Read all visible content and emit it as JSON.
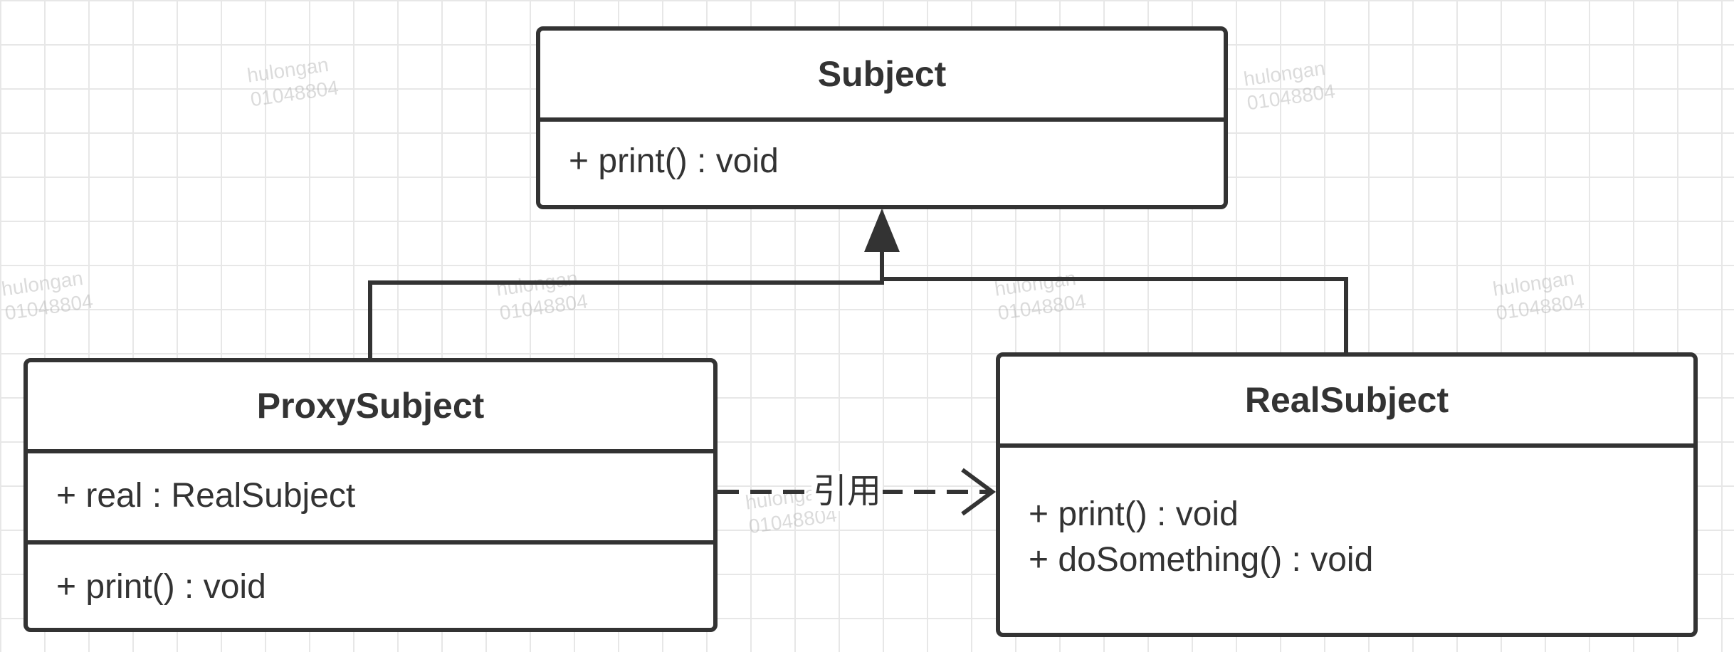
{
  "classes": {
    "subject": {
      "name": "Subject",
      "methods": [
        "+ print() : void"
      ]
    },
    "proxy": {
      "name": "ProxySubject",
      "attributes": [
        "+ real : RealSubject"
      ],
      "methods": [
        "+ print() : void"
      ]
    },
    "real": {
      "name": "RealSubject",
      "methods": [
        "+ print() : void",
        "+ doSomething() : void"
      ]
    }
  },
  "relations": {
    "reference_label": "引用"
  },
  "watermark": {
    "line1": "hulongan",
    "line2": "01048804"
  },
  "colors": {
    "line": "#333333",
    "grid": "#e7e7e7",
    "watermark": "#afafaf"
  }
}
